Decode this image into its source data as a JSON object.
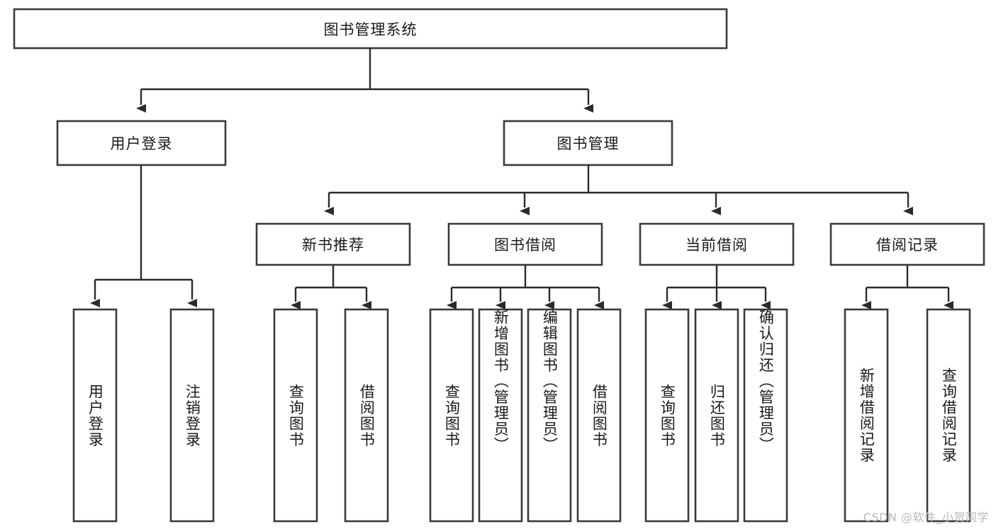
{
  "diagram": {
    "type": "hierarchy-tree",
    "title": "图书管理系统",
    "watermark": "CSDN @软件_小贺同学",
    "root": {
      "label": "图书管理系统",
      "orientation": "horizontal"
    },
    "level2": [
      {
        "label": "用户登录",
        "orientation": "horizontal"
      },
      {
        "label": "图书管理",
        "orientation": "horizontal"
      }
    ],
    "level3": [
      {
        "label": "新书推荐",
        "orientation": "horizontal"
      },
      {
        "label": "图书借阅",
        "orientation": "horizontal"
      },
      {
        "label": "当前借阅",
        "orientation": "horizontal"
      },
      {
        "label": "借阅记录",
        "orientation": "horizontal"
      }
    ],
    "leaves": {
      "user_login": [
        {
          "label": "用户登录",
          "orientation": "vertical"
        },
        {
          "label": "注销登录",
          "orientation": "vertical"
        }
      ],
      "new_book_recommend": [
        {
          "label": "查询图书",
          "orientation": "vertical"
        },
        {
          "label": "借阅图书",
          "orientation": "vertical"
        }
      ],
      "book_borrow": [
        {
          "label": "查询图书",
          "orientation": "vertical"
        },
        {
          "label": "新增图书（管理员）",
          "orientation": "vertical"
        },
        {
          "label": "编辑图书（管理员）",
          "orientation": "vertical"
        },
        {
          "label": "借阅图书",
          "orientation": "vertical"
        }
      ],
      "current_borrow": [
        {
          "label": "查询图书",
          "orientation": "vertical"
        },
        {
          "label": "归还图书",
          "orientation": "vertical"
        },
        {
          "label": "确认归还（管理员）",
          "orientation": "vertical"
        }
      ],
      "borrow_record": [
        {
          "label": "新增借阅记录",
          "orientation": "vertical"
        },
        {
          "label": "查询借阅记录",
          "orientation": "vertical"
        }
      ]
    },
    "colors": {
      "box_stroke": "#3a3a3a",
      "box_fill": "#ffffff",
      "line": "#2b2b2b",
      "text": "#1a1a1a",
      "watermark": "#b9b9b9",
      "background": "#ffffff"
    }
  }
}
